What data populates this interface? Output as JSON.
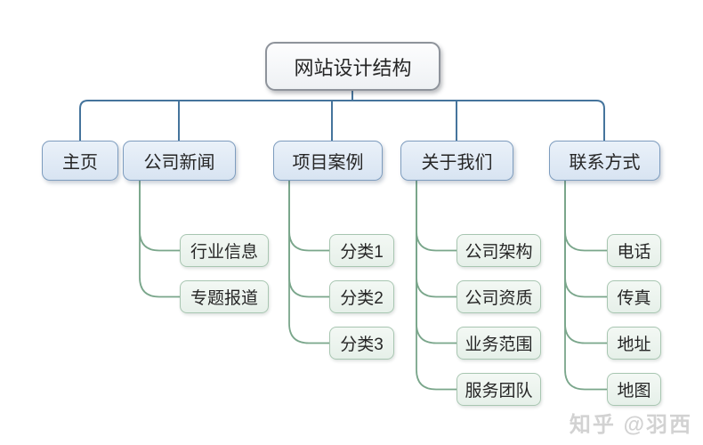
{
  "tree": {
    "root": {
      "label": "网站设计结构"
    },
    "branches": [
      {
        "label": "主页",
        "children": []
      },
      {
        "label": "公司新闻",
        "children": [
          {
            "label": "行业信息"
          },
          {
            "label": "专题报道"
          }
        ]
      },
      {
        "label": "项目案例",
        "children": [
          {
            "label": "分类1"
          },
          {
            "label": "分类2"
          },
          {
            "label": "分类3"
          }
        ]
      },
      {
        "label": "关于我们",
        "children": [
          {
            "label": "公司架构"
          },
          {
            "label": "公司资质"
          },
          {
            "label": "业务范围"
          },
          {
            "label": "服务团队"
          }
        ]
      },
      {
        "label": "联系方式",
        "children": [
          {
            "label": "电话"
          },
          {
            "label": "传真"
          },
          {
            "label": "地址"
          },
          {
            "label": "地图"
          }
        ]
      }
    ]
  },
  "watermark": {
    "text": "知乎 @羽西"
  },
  "colors": {
    "branch_connector": "#45749c",
    "leaf_connector": "#7aa68b",
    "root_border": "#8e939b",
    "branch_border": "#7d9cbe",
    "branch_fill": "#dde8f4",
    "leaf_border": "#a8c6b1",
    "leaf_fill": "#ecf4ee"
  }
}
